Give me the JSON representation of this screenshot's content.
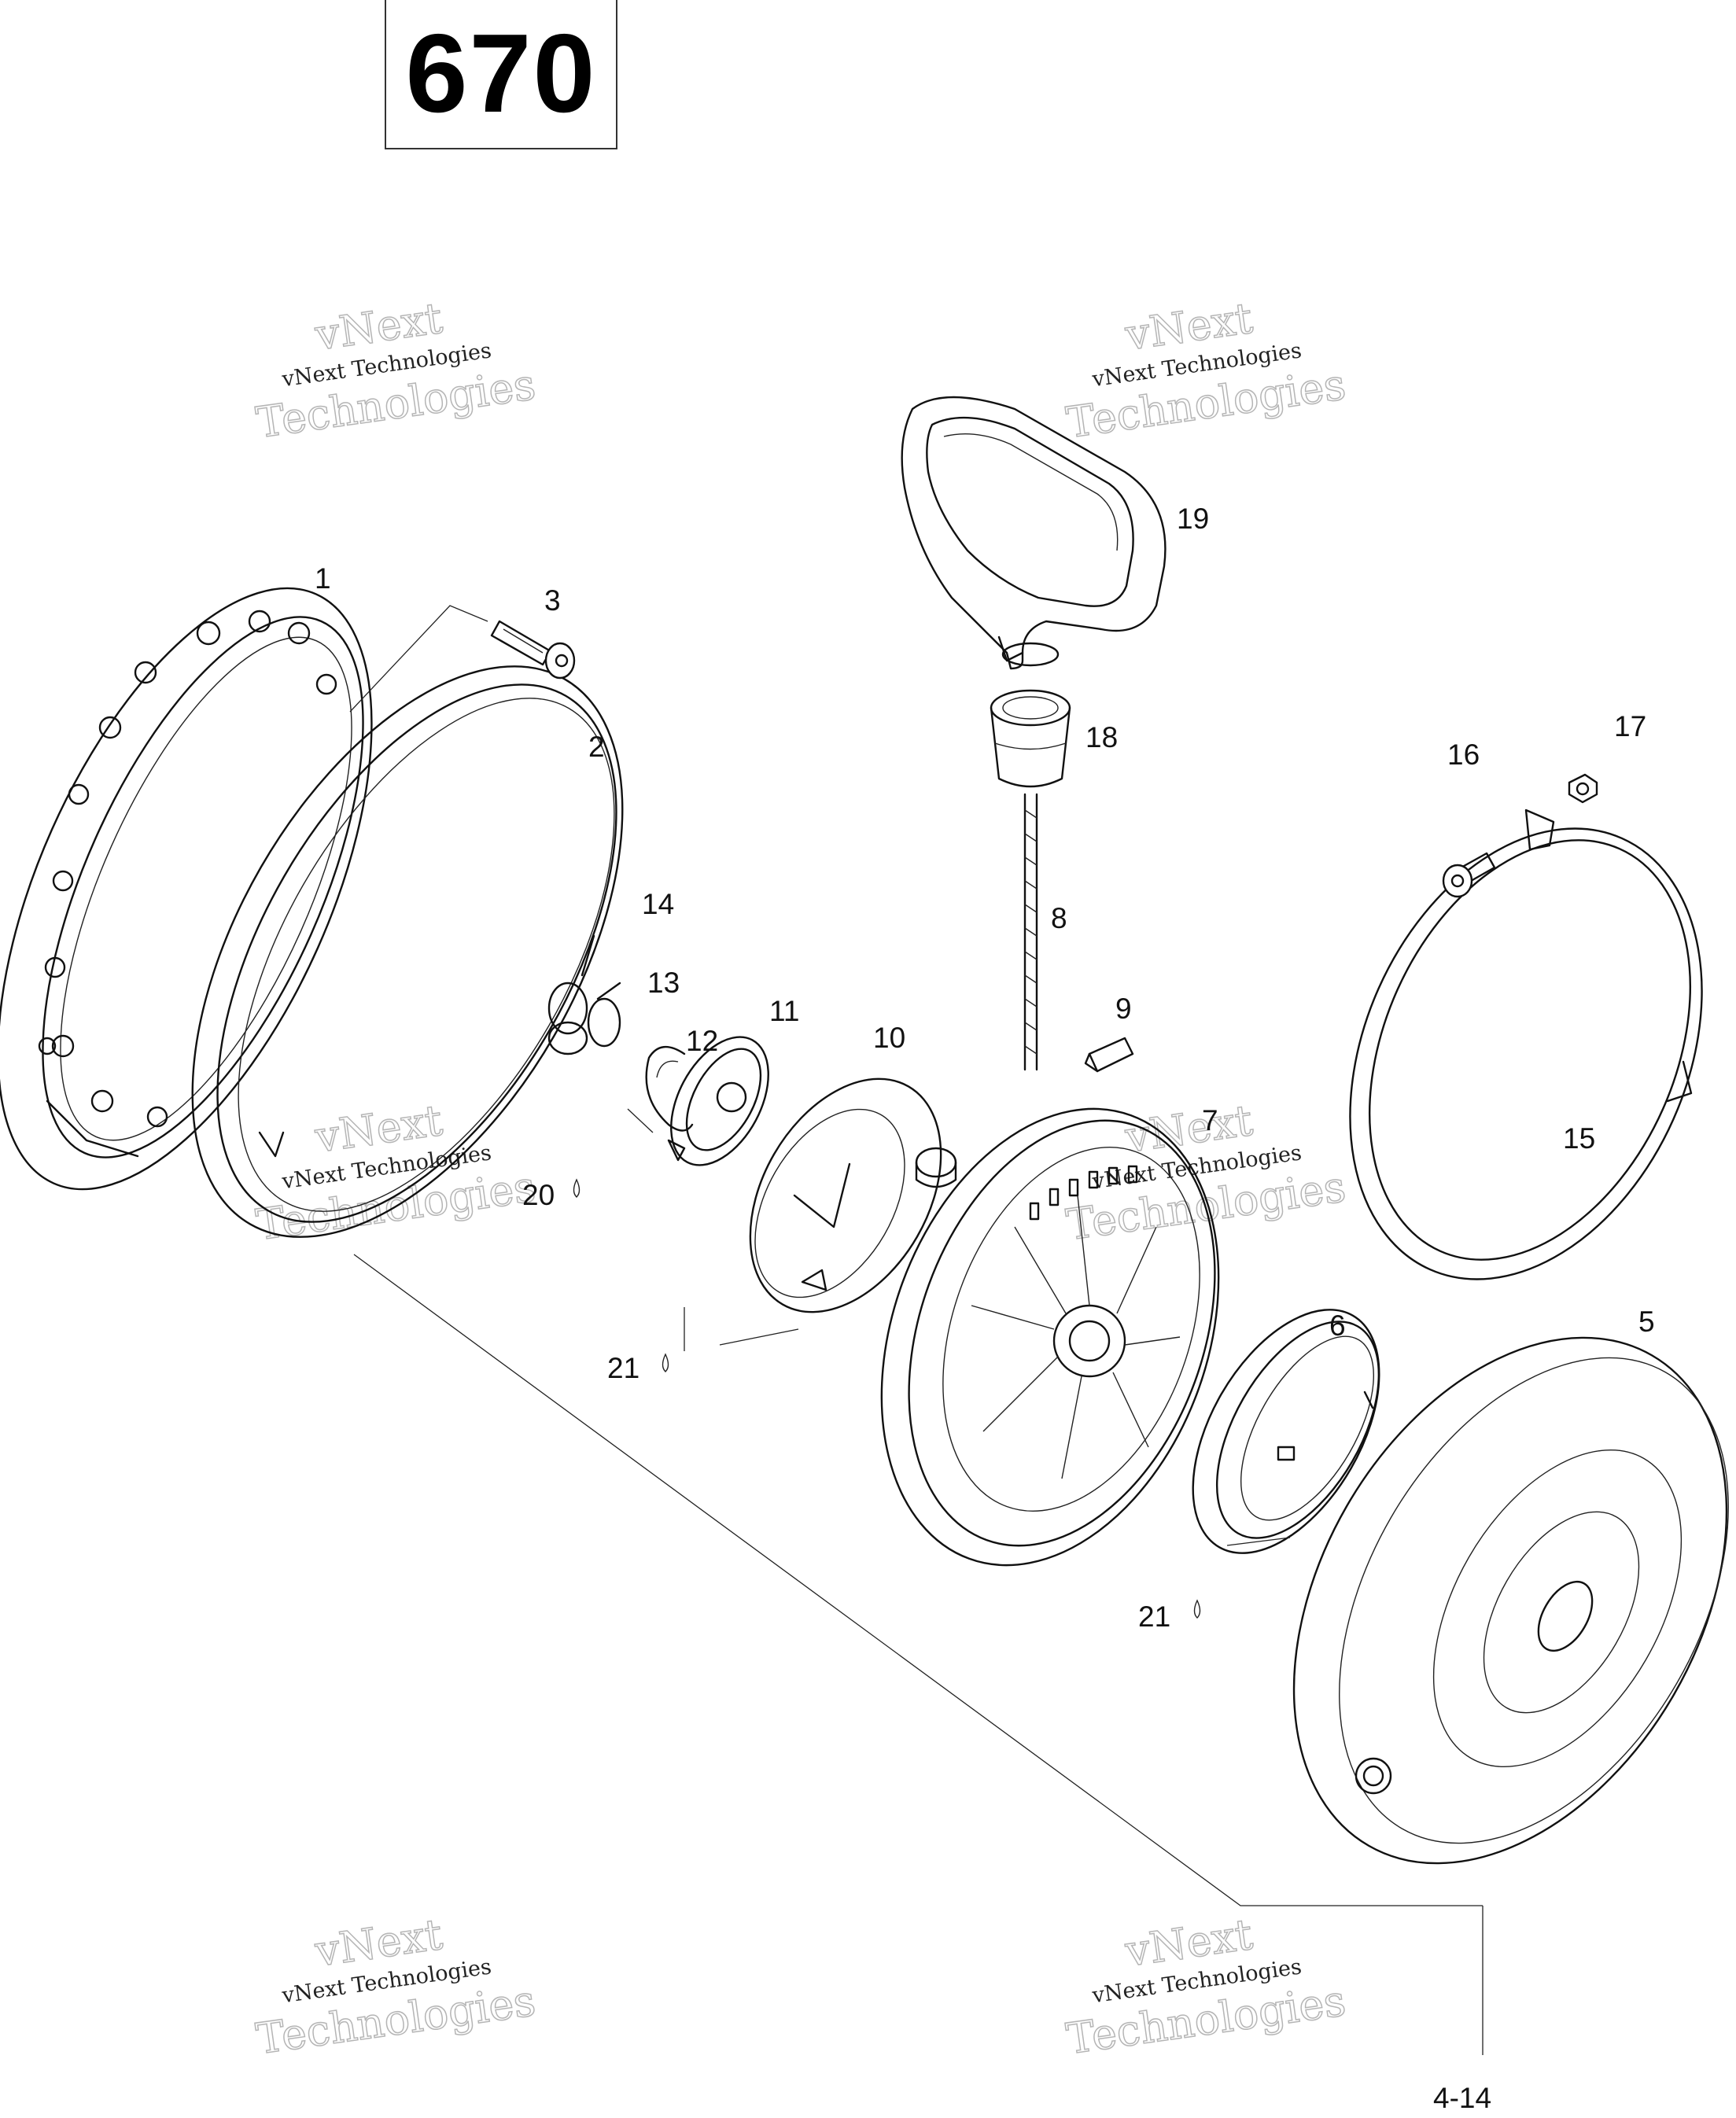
{
  "page_code": "670",
  "page_reference": "4-14",
  "watermarks": [
    {
      "small": "vNext Technologies",
      "big_top": "vNext",
      "big_bottom": "Technologies"
    },
    {
      "small": "vNext Technologies",
      "big_top": "vNext",
      "big_bottom": "Technologies"
    },
    {
      "small": "vNext Technologies",
      "big_top": "vNext",
      "big_bottom": "Technologies"
    },
    {
      "small": "vNext Technologies",
      "big_top": "vNext",
      "big_bottom": "Technologies"
    },
    {
      "small": "vNext Technologies",
      "big_top": "vNext",
      "big_bottom": "Technologies"
    },
    {
      "small": "vNext Technologies",
      "big_top": "vNext",
      "big_bottom": "Technologies"
    }
  ],
  "callouts": [
    {
      "id": "1",
      "label": "1"
    },
    {
      "id": "2",
      "label": "2"
    },
    {
      "id": "3",
      "label": "3"
    },
    {
      "id": "5",
      "label": "5"
    },
    {
      "id": "6",
      "label": "6"
    },
    {
      "id": "7",
      "label": "7"
    },
    {
      "id": "8",
      "label": "8"
    },
    {
      "id": "9",
      "label": "9"
    },
    {
      "id": "10",
      "label": "10"
    },
    {
      "id": "11",
      "label": "11"
    },
    {
      "id": "12",
      "label": "12"
    },
    {
      "id": "13",
      "label": "13"
    },
    {
      "id": "14",
      "label": "14"
    },
    {
      "id": "15",
      "label": "15"
    },
    {
      "id": "16",
      "label": "16"
    },
    {
      "id": "17",
      "label": "17"
    },
    {
      "id": "18",
      "label": "18"
    },
    {
      "id": "19",
      "label": "19"
    },
    {
      "id": "20",
      "label": "20"
    },
    {
      "id": "21a",
      "label": "21"
    },
    {
      "id": "21b",
      "label": "21"
    }
  ]
}
